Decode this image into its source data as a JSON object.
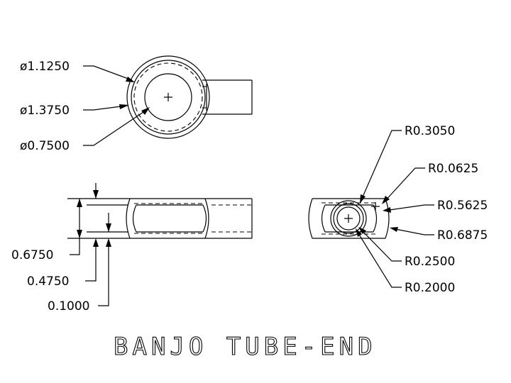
{
  "title": "BANJO TUBE-END",
  "dimensions": {
    "top_view": {
      "d1": "ø1.1250",
      "d2": "ø1.3750",
      "d3": "ø0.7500"
    },
    "side_view": {
      "h1": "0.6750",
      "h2": "0.4750",
      "h3": "0.1000"
    },
    "end_view": {
      "r1": "R0.3050",
      "r2": "R0.0625",
      "r3": "R0.5625",
      "r4": "R0.6875",
      "r5": "R0.2500",
      "r6": "R0.2000"
    }
  }
}
